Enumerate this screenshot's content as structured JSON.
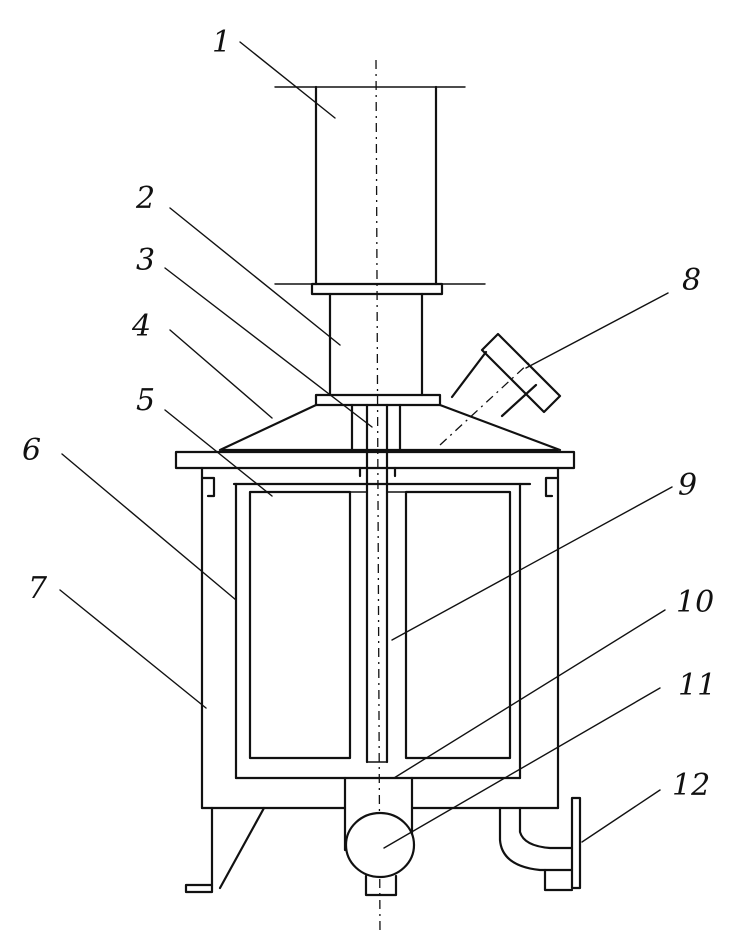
{
  "labels": [
    {
      "id": "1",
      "text": "1"
    },
    {
      "id": "2",
      "text": "2"
    },
    {
      "id": "3",
      "text": "3"
    },
    {
      "id": "4",
      "text": "4"
    },
    {
      "id": "5",
      "text": "5"
    },
    {
      "id": "6",
      "text": "6"
    },
    {
      "id": "7",
      "text": "7"
    },
    {
      "id": "8",
      "text": "8"
    },
    {
      "id": "9",
      "text": "9"
    },
    {
      "id": "10",
      "text": "10"
    },
    {
      "id": "11",
      "text": "11"
    },
    {
      "id": "12",
      "text": "12"
    }
  ],
  "line_color": "#111111",
  "background": "#ffffff"
}
